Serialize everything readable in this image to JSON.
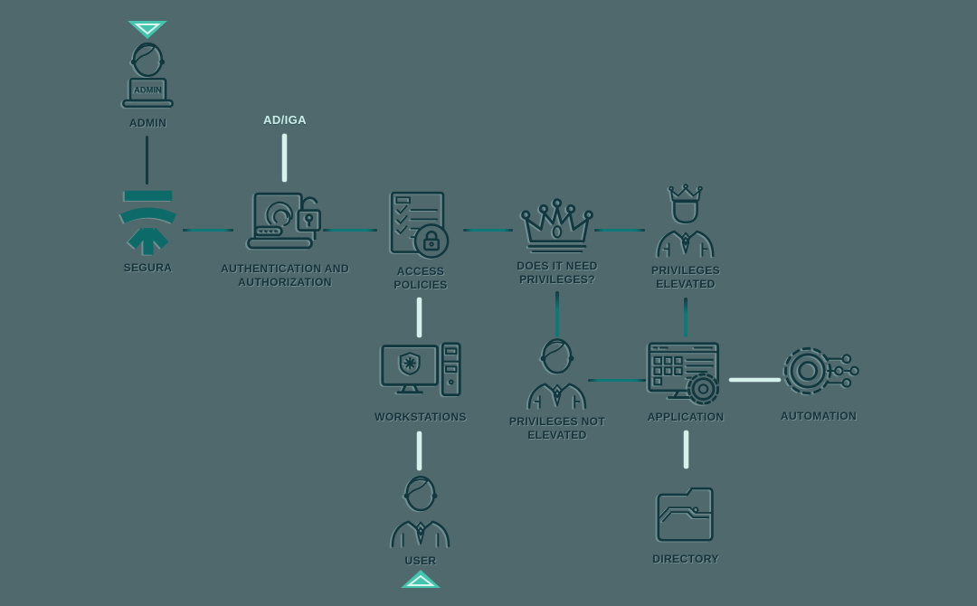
{
  "canvas": {
    "background": "#50696d",
    "colors": {
      "icon_stroke": "#12383f",
      "connector_teal": "#0c7a78",
      "connector_dark": "#143940",
      "connector_mint": "#d6f2ec",
      "accent_triangle": "#44c3ad",
      "label_dark": "#16323b",
      "label_light": "#c9efe7",
      "segura_brand": "#0c6b68"
    }
  },
  "nodes": {
    "admin": {
      "label": "ADMIN",
      "screen_text": "ADMIN",
      "icon": "admin-user-laptop-icon"
    },
    "ad_iga": {
      "label": "AD/IGA"
    },
    "segura": {
      "label": "SEGURA",
      "icon": "segura-logo-icon"
    },
    "auth": {
      "label": "AUTHENTICATION AND\nAUTHORIZATION",
      "icon": "laptop-fingerprint-lock-icon"
    },
    "access": {
      "label": "ACCESS\nPOLICIES",
      "icon": "policy-document-lock-icon"
    },
    "need_priv": {
      "label": "DOES IT NEED\nPRIVILEGES?",
      "icon": "crown-icon"
    },
    "priv_elev": {
      "label": "PRIVILEGES\nELEVATED",
      "icon": "crowned-user-icon"
    },
    "workstations": {
      "label": "WORKSTATIONS",
      "icon": "monitor-shield-tower-icon"
    },
    "priv_not_elev": {
      "label": "PRIVILEGES NOT\nELEVATED",
      "icon": "business-user-icon"
    },
    "application": {
      "label": "APPLICATION",
      "icon": "app-window-gear-icon"
    },
    "automation": {
      "label": "AUTOMATION",
      "icon": "gear-circuit-icon"
    },
    "user": {
      "label": "USER",
      "icon": "business-user-icon"
    },
    "directory": {
      "label": "DIRECTORY",
      "icon": "folder-icon"
    }
  },
  "edges": [
    {
      "from": "admin",
      "to": "segura",
      "style": "dark"
    },
    {
      "from": "ad_iga",
      "to": "auth",
      "style": "mint"
    },
    {
      "from": "segura",
      "to": "auth",
      "style": "teal"
    },
    {
      "from": "auth",
      "to": "access",
      "style": "teal"
    },
    {
      "from": "access",
      "to": "need_priv",
      "style": "teal"
    },
    {
      "from": "need_priv",
      "to": "priv_elev",
      "style": "teal"
    },
    {
      "from": "access",
      "to": "workstations",
      "style": "mint"
    },
    {
      "from": "need_priv",
      "to": "priv_not_elev",
      "style": "teal"
    },
    {
      "from": "priv_elev",
      "to": "application",
      "style": "teal"
    },
    {
      "from": "priv_not_elev",
      "to": "application",
      "style": "teal"
    },
    {
      "from": "application",
      "to": "automation",
      "style": "mint"
    },
    {
      "from": "workstations",
      "to": "user",
      "style": "mint"
    },
    {
      "from": "application",
      "to": "directory",
      "style": "mint"
    }
  ]
}
